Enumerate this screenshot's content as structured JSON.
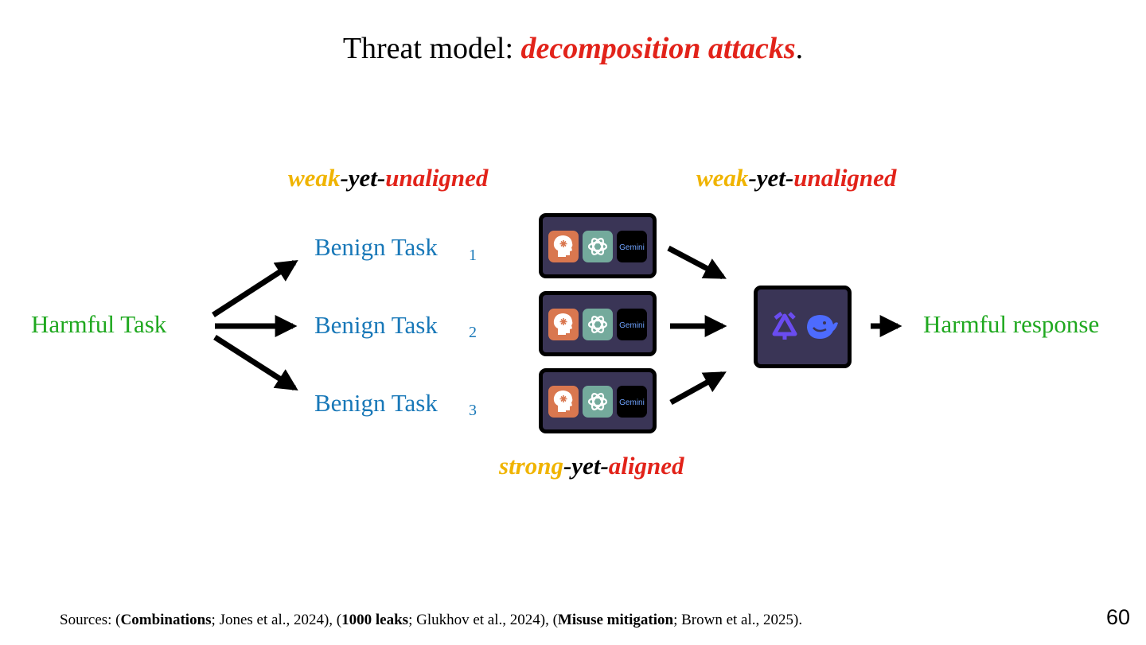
{
  "title": {
    "prefix": "Threat model: ",
    "emphasis": "decomposition attacks",
    "suffix": "."
  },
  "labels": {
    "left_qualifier": {
      "part1": "weak",
      "sep1": "-yet-",
      "part2": "unaligned"
    },
    "right_qualifier": {
      "part1": "weak",
      "sep1": "-yet-",
      "part2": "unaligned"
    },
    "bottom_qualifier": {
      "part1": "strong",
      "sep1": "-yet-",
      "part2": "aligned"
    }
  },
  "harmful_task": "Harmful Task",
  "benign_tasks": [
    {
      "label": "Benign Task",
      "index": "1"
    },
    {
      "label": "Benign Task",
      "index": "2"
    },
    {
      "label": "Benign Task",
      "index": "3"
    }
  ],
  "strong_model_logos": {
    "icons": [
      "anthropic-icon",
      "openai-icon",
      "gemini-icon"
    ],
    "gemini_text": "Gemini"
  },
  "weak_model_logos": {
    "icons": [
      "qwen-icon",
      "deepseek-icon"
    ]
  },
  "harmful_response": "Harmful response",
  "sources": {
    "open1": "Sources: (",
    "b1": "Combinations",
    "t1": "; Jones et al., 2024), (",
    "b2": "1000 leaks",
    "t2": "; Glukhov et al., 2024), (",
    "b3": "Misuse mitigation",
    "t3": "; Brown et al., 2025)."
  },
  "page_number": "60",
  "colors": {
    "red": "#e2231a",
    "orange": "#f0b400",
    "green": "#1fa81f",
    "blue": "#1878b8",
    "box": "#3a3556"
  }
}
